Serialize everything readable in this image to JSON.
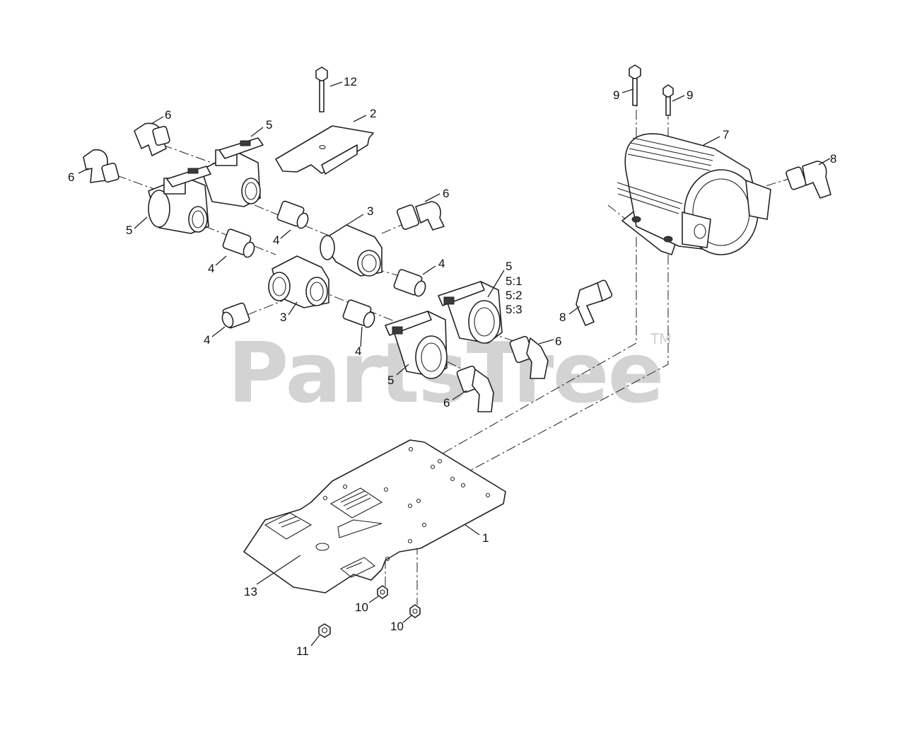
{
  "watermark": {
    "text": "PartsTree",
    "trademark": "TM"
  },
  "callouts": [
    "12",
    "2",
    "9",
    "9",
    "7",
    "8",
    "6",
    "5",
    "6",
    "5",
    "6",
    "3",
    "4",
    "4",
    "4",
    "5",
    "5:1",
    "5:2",
    "5:3",
    "3",
    "4",
    "4",
    "6",
    "8",
    "5",
    "6",
    "1",
    "13",
    "10",
    "10",
    "11"
  ]
}
